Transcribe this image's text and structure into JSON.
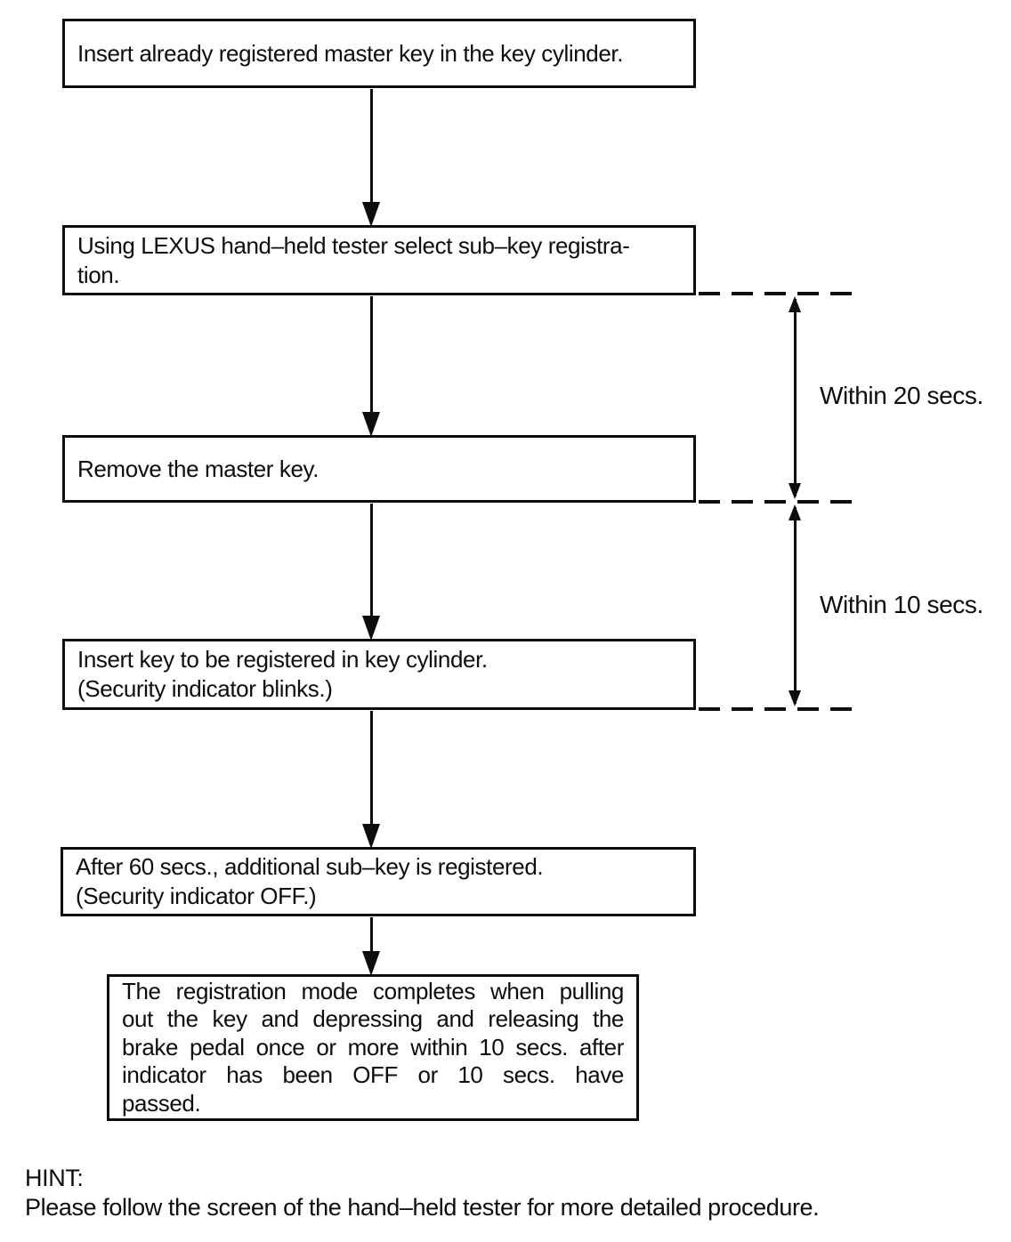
{
  "page": {
    "background_color": "#ffffff",
    "ink_color": "#0d0d0d"
  },
  "flowchart": {
    "steps": [
      {
        "lines": [
          "Insert already registered master key in the key cylinder."
        ]
      },
      {
        "lines": [
          "Using LEXUS hand–held tester select sub–key registra-",
          "tion."
        ]
      },
      {
        "lines": [
          "Remove the master key."
        ]
      },
      {
        "lines": [
          "Insert key to be registered in key cylinder.",
          "(Security indicator blinks.)"
        ]
      },
      {
        "lines": [
          "After 60 secs., additional sub–key is registered.",
          "(Security indicator OFF.)"
        ]
      },
      {
        "lines": [
          "The registration mode completes when pulling",
          "out the key and depressing and releasing the",
          "brake pedal once or more within 10 secs. after",
          "indicator has been OFF or 10 secs. have",
          "passed."
        ]
      }
    ],
    "timing_annotations": [
      {
        "label": "Within 20 secs."
      },
      {
        "label": "Within 10 secs."
      }
    ],
    "hint": {
      "heading": "HINT:",
      "body": "Please follow the screen of the hand–held tester for more detailed procedure."
    }
  }
}
